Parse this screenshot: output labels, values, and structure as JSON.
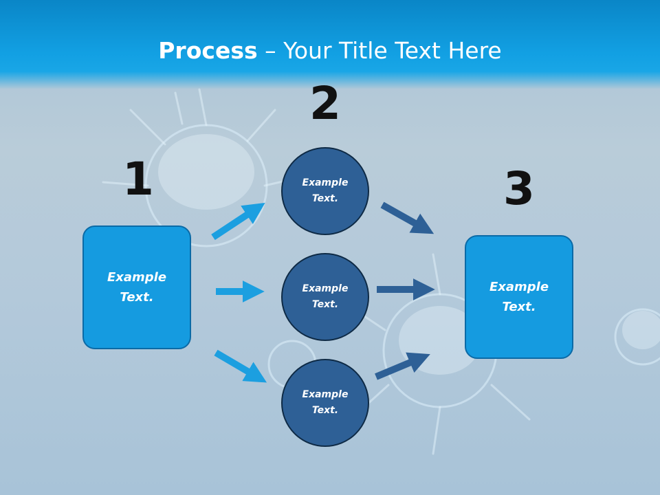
{
  "slide": {
    "title_bold": "Process",
    "title_rest": " – Your Title Text Here"
  },
  "steps": {
    "step1_number": "1",
    "step2_number": "2",
    "step3_number": "3"
  },
  "boxes": {
    "left_box_text": "Example\nText.",
    "right_box_text": "Example\nText."
  },
  "circles": [
    {
      "text": "Example\nText."
    },
    {
      "text": "Example\nText."
    },
    {
      "text": "Example\nText."
    }
  ],
  "colors": {
    "header": "#12a0e3",
    "box_fill": "#159be0",
    "circle_fill": "#2e6096",
    "light_arrow": "#1c9fe0",
    "dark_arrow": "#2e6096"
  }
}
